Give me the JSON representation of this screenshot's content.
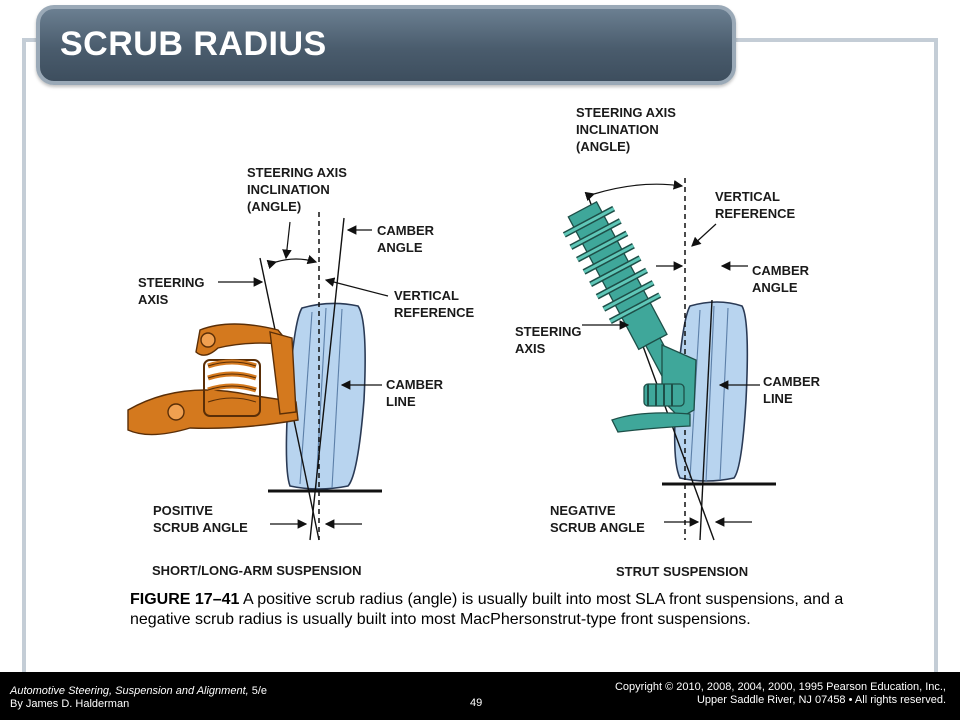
{
  "slide": {
    "title": "SCRUB RADIUS"
  },
  "diagram_left": {
    "labels": {
      "sai": "STEERING AXIS\nINCLINATION\n(ANGLE)",
      "camber_angle": "CAMBER\nANGLE",
      "steering_axis": "STEERING\nAXIS",
      "vertical_reference": "VERTICAL\nREFERENCE",
      "camber_line": "CAMBER\nLINE",
      "scrub": "POSITIVE\nSCRUB ANGLE",
      "caption": "SHORT/LONG-ARM SUSPENSION"
    }
  },
  "diagram_right": {
    "labels": {
      "sai": "STEERING AXIS\nINCLINATION\n(ANGLE)",
      "vertical_reference": "VERTICAL\nREFERENCE",
      "camber_angle": "CAMBER\nANGLE",
      "steering_axis": "STEERING\nAXIS",
      "camber_line": "CAMBER\nLINE",
      "scrub": "NEGATIVE\nSCRUB ANGLE",
      "caption": "STRUT SUSPENSION"
    }
  },
  "figure_caption": {
    "number": "FIGURE 17–41",
    "text": " A positive scrub radius (angle) is usually built into most SLA front suspensions, and a negative scrub radius is usually built into most MacPhersonstrut-type front suspensions."
  },
  "footer": {
    "book_title": "Automotive Steering, Suspension and Alignment,",
    "edition": " 5/e",
    "author": "By James D. Halderman",
    "page": "49",
    "copyright_line1": "Copyright © 2010, 2008, 2004, 2000, 1995 Pearson Education, Inc.,",
    "copyright_line2": "Upper Saddle River, NJ 07458 • All rights reserved."
  },
  "colors": {
    "orange": "#d4791e",
    "teal": "#3fa79a",
    "tire_blue": "#b8d4ef"
  }
}
